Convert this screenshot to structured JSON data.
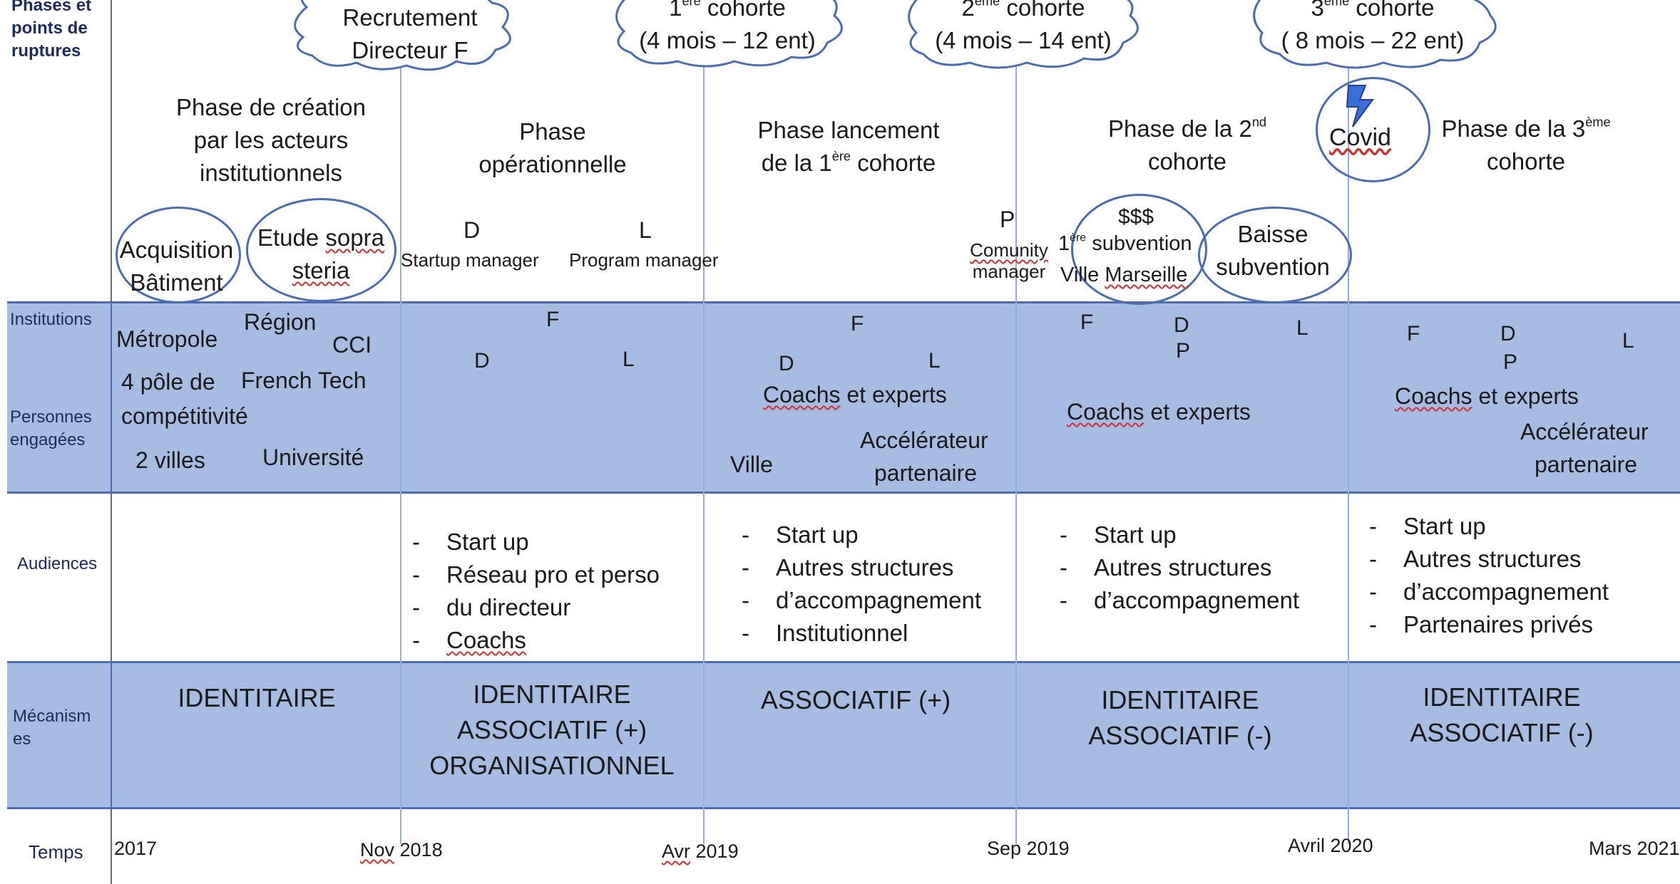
{
  "rows": {
    "phases": "Phases et points de ruptures",
    "institutions": "Institutions",
    "personnes": "Personnes engagées",
    "audiences": "Audiences",
    "mecanismes": "Mécanismes",
    "temps": "Temps"
  },
  "clouds": [
    {
      "line1": "Recrutement",
      "line2": "Directeur  F"
    },
    {
      "line1a": "1",
      "sup": "ère",
      "line1b": " cohorte",
      "line2": "(4 mois – 12 ent)"
    },
    {
      "line1a": "2",
      "sup": "ème",
      "line1b": " cohorte",
      "line2": "(4 mois – 14 ent)"
    },
    {
      "line1a": "3",
      "sup": "ème",
      "line1b": " cohorte",
      "line2": "( 8 mois – 22 ent)"
    }
  ],
  "phases": {
    "p1": [
      "Phase de création",
      "par les acteurs",
      "institutionnels"
    ],
    "p2": [
      "Phase",
      "opérationnelle"
    ],
    "p3": {
      "l1": "Phase lancement",
      "l2a": "de la 1",
      "sup": "ère",
      "l2b": " cohorte"
    },
    "p4": {
      "l1a": "Phase de la 2",
      "sup": "nd",
      "l2": "cohorte"
    },
    "p5": {
      "l1a": "Phase de la 3",
      "sup": "ème",
      "l2": "cohorte"
    }
  },
  "events": {
    "acquisition": [
      "Acquisition",
      "Bâtiment"
    ],
    "sopra": [
      "Etude sopra",
      "steria"
    ],
    "d_letter": "D",
    "startup_manager": "Startup manager",
    "l_letter": "L",
    "program_manager": "Program manager",
    "p_letter": "P",
    "comunity": [
      "Comunity",
      "manager"
    ],
    "money": "$$$",
    "subvention_sup": "ère",
    "subvention_rest": " subvention",
    "subvention_num": "1",
    "ville_marseille": "Ville Marseille",
    "baisse": [
      "Baisse",
      "subvention"
    ],
    "covid": "Covid"
  },
  "actors": {
    "c1": {
      "metropole": "Métropole",
      "region": "Région",
      "cci": "CCI",
      "pole": "4 pôle de",
      "french_tech": "French Tech",
      "competitivite": "compétitivité",
      "villes": "2 villes",
      "universite": "Université"
    },
    "c2": {
      "f": "F",
      "d": "D",
      "l": "L"
    },
    "c3": {
      "f": "F",
      "d": "D",
      "l": "L",
      "coachs_a": "Coachs",
      "coachs_b": " et experts",
      "ville": "Ville",
      "acc1": "Accélérateur",
      "acc2": "partenaire"
    },
    "c4": {
      "f": "F",
      "d": "D",
      "l": "L",
      "p": "P",
      "coachs_a": "Coachs",
      "coachs_b": " et experts"
    },
    "c5": {
      "f": "F",
      "d": "D",
      "l": "L",
      "p": "P",
      "coachs_a": "Coachs",
      "coachs_b": " et experts",
      "acc1": "Accélérateur",
      "acc2": "partenaire"
    }
  },
  "audiences": {
    "c2": [
      "Start up",
      "Réseau pro et perso",
      "du directeur",
      "Coachs"
    ],
    "c3": [
      "Start up",
      "Autres structures",
      "d’accompagnement",
      "Institutionnel"
    ],
    "c4": [
      "Start up",
      "Autres structures",
      "d’accompagnement"
    ],
    "c5": [
      "Start up",
      "Autres structures",
      "d’accompagnement",
      "Partenaires privés"
    ]
  },
  "mecanismes": {
    "c1": [
      "IDENTITAIRE"
    ],
    "c2": [
      "IDENTITAIRE",
      "ASSOCIATIF (+)",
      "ORGANISATIONNEL"
    ],
    "c3": [
      "ASSOCIATIF (+)"
    ],
    "c4": [
      "IDENTITAIRE",
      "ASSOCIATIF (-)"
    ],
    "c5": [
      "IDENTITAIRE",
      "ASSOCIATIF (-)"
    ]
  },
  "timeline": [
    "2017",
    "Nov 2018",
    "Avr 2019",
    "Sep 2019",
    "Avril 2020",
    "Mars 2021"
  ]
}
